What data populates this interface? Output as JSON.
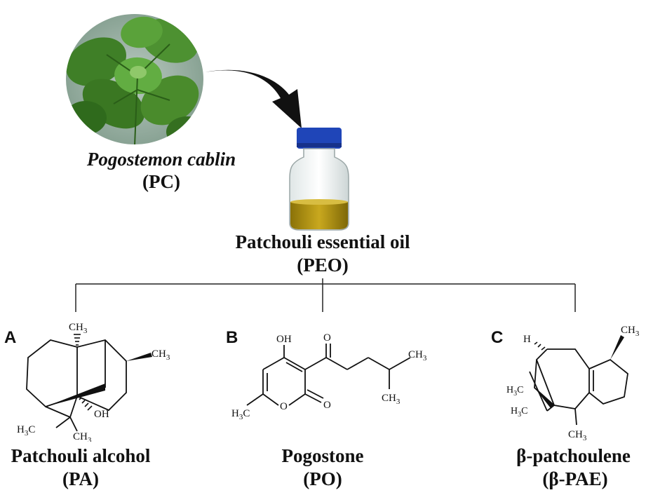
{
  "plant": {
    "name": "Pogostemon cablin",
    "abbr": "(PC)"
  },
  "oil": {
    "name": "Patchouli essential oil",
    "abbr": "(PEO)"
  },
  "compounds": [
    {
      "letter": "A",
      "name": "Patchouli alcohol",
      "abbr": "(PA)",
      "groups": {
        "top_ch3": "CH",
        "top_sub": "3",
        "right_ch3": "CH",
        "right_sub": "3",
        "oh": "OH",
        "h3c": "H",
        "h3c_sub": "3",
        "h3c_c": "C",
        "bottom_ch3": "CH",
        "bottom_sub": "3"
      }
    },
    {
      "letter": "B",
      "name": "Pogostone",
      "abbr": "(PO)",
      "groups": {
        "oh": "OH",
        "carbonyl_o": "O",
        "ring_o": "O",
        "lactone_o": "O",
        "h3c": "H",
        "h3c_sub": "3",
        "h3c_c": "C",
        "ch3_a": "CH",
        "ch3_a_sub": "3",
        "ch3_b": "CH",
        "ch3_b_sub": "3"
      }
    },
    {
      "letter": "C",
      "name": "β-patchoulene",
      "abbr": "(β-PAE)",
      "groups": {
        "h": "H",
        "top_ch3": "CH",
        "top_sub": "3",
        "h3c_a": "H",
        "h3c_a_sub": "3",
        "h3c_a_c": "C",
        "h3c_b": "H",
        "h3c_b_sub": "3",
        "h3c_b_c": "C",
        "bottom_ch3": "CH",
        "bottom_sub": "3"
      }
    }
  ],
  "colors": {
    "leaf": "#4f8f2f",
    "leaf_dark": "#2f6a1c",
    "cap": "#1f45b8",
    "oil": "#a88a12",
    "arrow": "#111111"
  }
}
